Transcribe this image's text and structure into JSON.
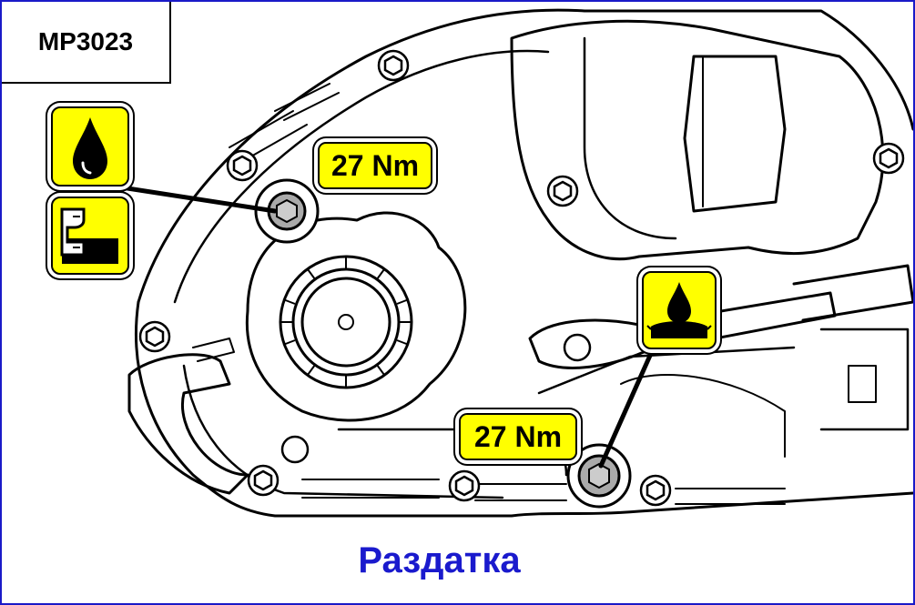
{
  "diagram": {
    "code": "MP3023",
    "torque_top": "27 Nm",
    "torque_bottom": "27 Nm",
    "caption": "Раздатка",
    "icons": {
      "fill_plug": [
        "oil-drop-icon",
        "oil-level-icon"
      ],
      "drain_plug": [
        "oil-drain-icon"
      ]
    },
    "colors": {
      "frame": "#1a1ac8",
      "caption": "#1a1acd",
      "label_fill": "#ffff00",
      "line": "#000000"
    }
  }
}
